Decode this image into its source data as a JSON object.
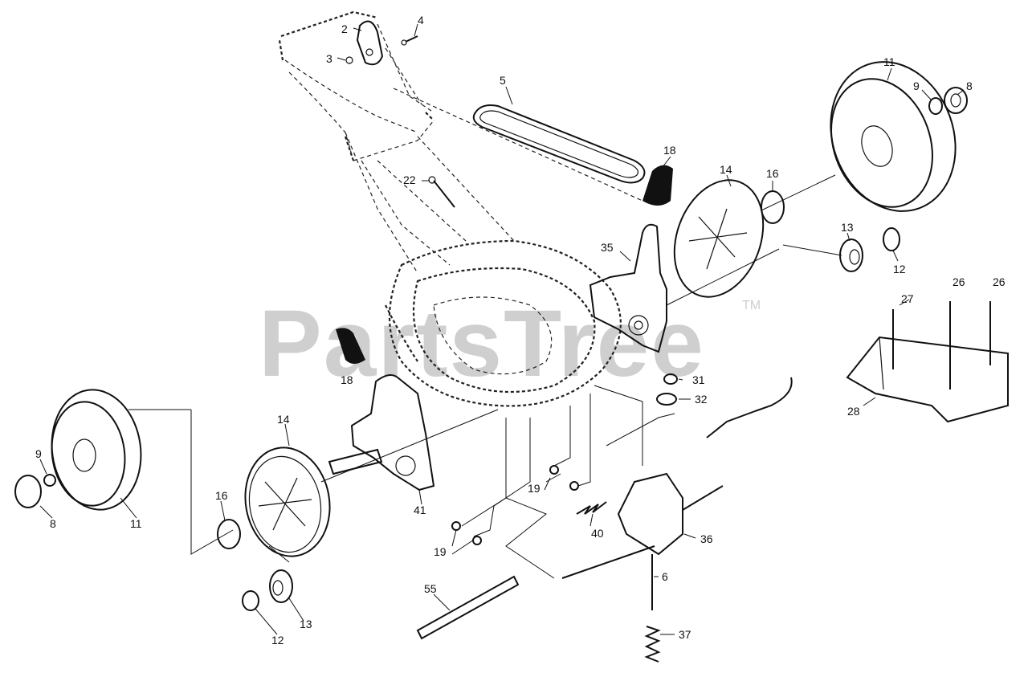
{
  "watermark": {
    "text": "PartsTree",
    "trademark": "TM"
  },
  "labels": [
    {
      "id": "2-top",
      "text": "2"
    },
    {
      "id": "4-top",
      "text": "4"
    },
    {
      "id": "3-top",
      "text": "3"
    },
    {
      "id": "5-belt",
      "text": "5"
    },
    {
      "id": "11-right",
      "text": "11"
    },
    {
      "id": "9-right",
      "text": "9"
    },
    {
      "id": "8-right",
      "text": "8"
    },
    {
      "id": "18-upper",
      "text": "18"
    },
    {
      "id": "14-right",
      "text": "14"
    },
    {
      "id": "16-right",
      "text": "16"
    },
    {
      "id": "22",
      "text": "22"
    },
    {
      "id": "13-right",
      "text": "13"
    },
    {
      "id": "12-right",
      "text": "12"
    },
    {
      "id": "35",
      "text": "35"
    },
    {
      "id": "26-a",
      "text": "26"
    },
    {
      "id": "26-b",
      "text": "26"
    },
    {
      "id": "27",
      "text": "27"
    },
    {
      "id": "18-lower",
      "text": "18"
    },
    {
      "id": "31",
      "text": "31"
    },
    {
      "id": "32",
      "text": "32"
    },
    {
      "id": "28",
      "text": "28"
    },
    {
      "id": "14-left",
      "text": "14"
    },
    {
      "id": "9-left",
      "text": "9"
    },
    {
      "id": "8-left",
      "text": "8"
    },
    {
      "id": "11-left",
      "text": "11"
    },
    {
      "id": "16-left",
      "text": "16"
    },
    {
      "id": "41",
      "text": "41"
    },
    {
      "id": "19-mid",
      "text": "19"
    },
    {
      "id": "40",
      "text": "40"
    },
    {
      "id": "36",
      "text": "36"
    },
    {
      "id": "19-low",
      "text": "19"
    },
    {
      "id": "6",
      "text": "6"
    },
    {
      "id": "55",
      "text": "55"
    },
    {
      "id": "13-left",
      "text": "13"
    },
    {
      "id": "12-left",
      "text": "12"
    },
    {
      "id": "37",
      "text": "37"
    }
  ]
}
